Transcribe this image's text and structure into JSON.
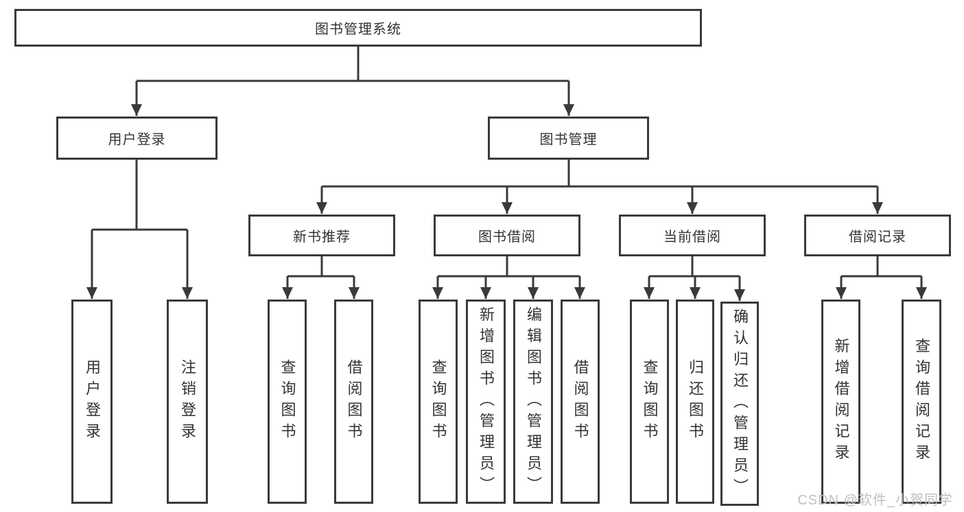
{
  "nodes": {
    "root": "图书管理系统",
    "user_login": "用户登录",
    "book_management": "图书管理",
    "new_book_recommend": "新书推荐",
    "book_borrow": "图书借阅",
    "current_borrow": "当前借阅",
    "borrow_record": "借阅记录",
    "leaf_user_login": "用户登录",
    "leaf_logout": "注销登录",
    "leaf_rec_query_book": "查询图书",
    "leaf_rec_borrow_book": "借阅图书",
    "leaf_bb_query_book": "查询图书",
    "leaf_bb_add_book": "新增图书（管理员）",
    "leaf_bb_edit_book": "编辑图书（管理员）",
    "leaf_bb_borrow_book": "借阅图书",
    "leaf_cb_query_book": "查询图书",
    "leaf_cb_return_book": "归还图书",
    "leaf_cb_confirm_return": "确认归还（管理员）",
    "leaf_br_add_record": "新增借阅记录",
    "leaf_br_query_record": "查询借阅记录"
  },
  "watermark": "CSDN @软件_小贺同学",
  "colors": {
    "line": "#3a3a3a",
    "text": "#333333",
    "watermark": "#bfbfbf"
  }
}
